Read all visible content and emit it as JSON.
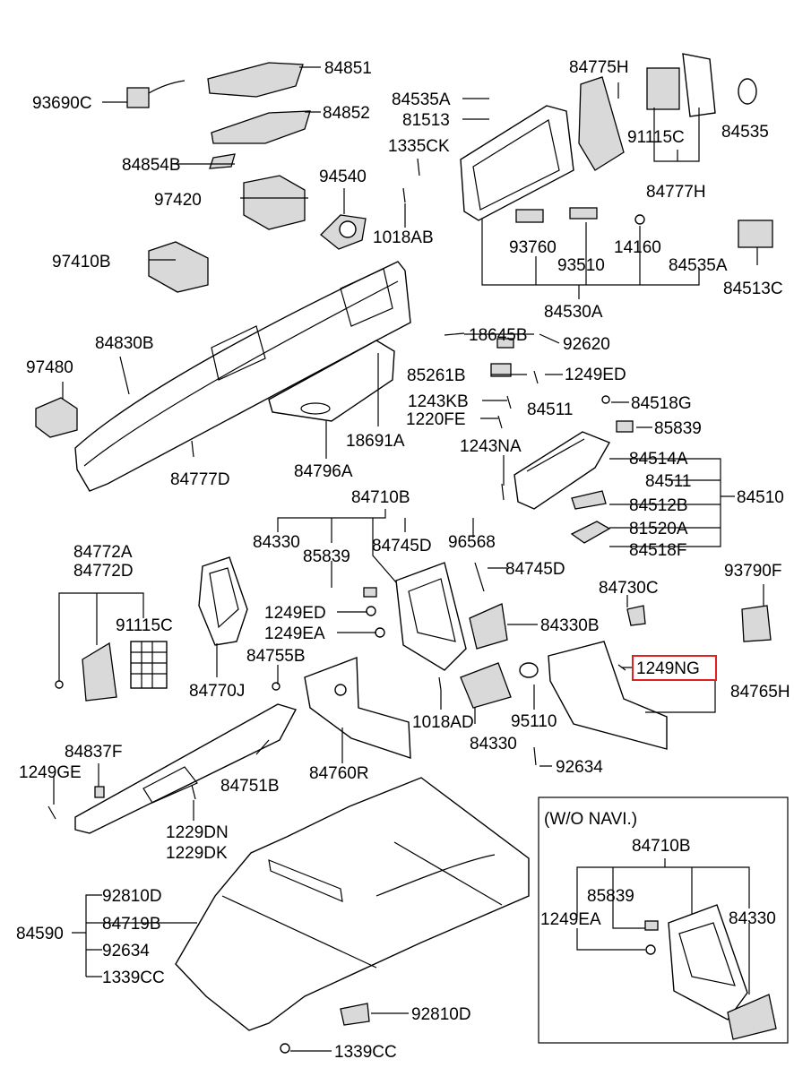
{
  "colors": {
    "highlight": "#e0211f",
    "line": "#000000",
    "background": "#ffffff"
  },
  "inset_title": "(W/O NAVI.)",
  "highlighted_part": "1249NG",
  "labels": {
    "l84851": "84851",
    "l93690C": "93690C",
    "l84852": "84852",
    "l84854B": "84854B",
    "l94540": "94540",
    "l97420": "97420",
    "l1018AB": "1018AB",
    "l97410B": "97410B",
    "l84535A_top": "84535A",
    "l81513": "81513",
    "l1335CK": "1335CK",
    "l84775H": "84775H",
    "l91115C_top": "91115C",
    "l84535": "84535",
    "l84777H": "84777H",
    "l93760": "93760",
    "l93510": "93510",
    "l14160": "14160",
    "l84535A_bot": "84535A",
    "l84513C": "84513C",
    "l84530A": "84530A",
    "l84830B": "84830B",
    "l97480": "97480",
    "l18645B": "18645B",
    "l92620": "92620",
    "l85261B": "85261B",
    "l1249ED_top": "1249ED",
    "l1243KB": "1243KB",
    "l1220FE": "1220FE",
    "l84518G": "84518G",
    "l84511_top": "84511",
    "l85839_top": "85839",
    "l18691A": "18691A",
    "l84796A": "84796A",
    "l84777D": "84777D",
    "l1243NA": "1243NA",
    "l84514A": "84514A",
    "l84511_mid": "84511",
    "l84510": "84510",
    "l84512B": "84512B",
    "l81520A": "81520A",
    "l84518F": "84518F",
    "l84710B": "84710B",
    "l84330_top": "84330",
    "l84745D_a": "84745D",
    "l96568": "96568",
    "l84745D_b": "84745D",
    "l85839_mid": "85839",
    "l84772A": "84772A",
    "l84772D": "84772D",
    "l91115C_mid": "91115C",
    "l1249ED_mid": "1249ED",
    "l1249EA": "1249EA",
    "l84330B": "84330B",
    "l84730C": "84730C",
    "l93790F": "93790F",
    "l84755B": "84755B",
    "l84770J": "84770J",
    "l1249NG": "1249NG",
    "l84765H": "84765H",
    "l1018AD": "1018AD",
    "l95110": "95110",
    "l84330_mid": "84330",
    "l92634_a": "92634",
    "l84837F": "84837F",
    "l1249GE": "1249GE",
    "l84751B": "84751B",
    "l84760R": "84760R",
    "l1229DN": "1229DN",
    "l1229DK": "1229DK",
    "l92810D_a": "92810D",
    "l84590": "84590",
    "l84719B": "84719B",
    "l92634_b": "92634",
    "l1339CC_a": "1339CC",
    "l92810D_b": "92810D",
    "l1339CC_b": "1339CC",
    "l84710B_inset": "84710B",
    "l85839_inset": "85839",
    "l1249EA_inset": "1249EA",
    "l84330_inset": "84330"
  }
}
